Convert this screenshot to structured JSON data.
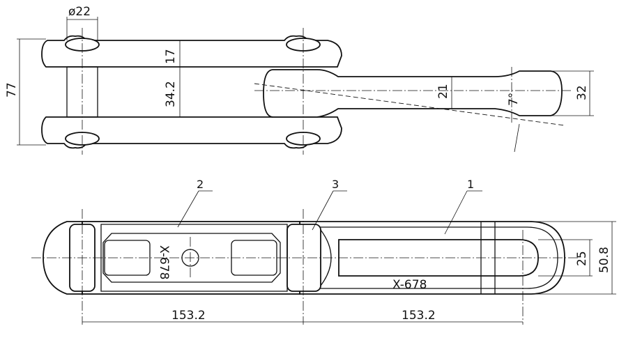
{
  "dimensions": {
    "pin_diameter": "ø22",
    "overall_width": "77",
    "link_height": "17",
    "inner_width": "34.2",
    "shank_width": "21",
    "head_width": "32",
    "angle": "7°",
    "pitch_left": "153.2",
    "pitch_right": "153.2",
    "slot_width": "25",
    "outer_width": "50.8"
  },
  "labels": {
    "part_1": "1",
    "part_2": "2",
    "part_3": "3",
    "marking_top": "X-678",
    "marking_bottom": "X-678"
  }
}
